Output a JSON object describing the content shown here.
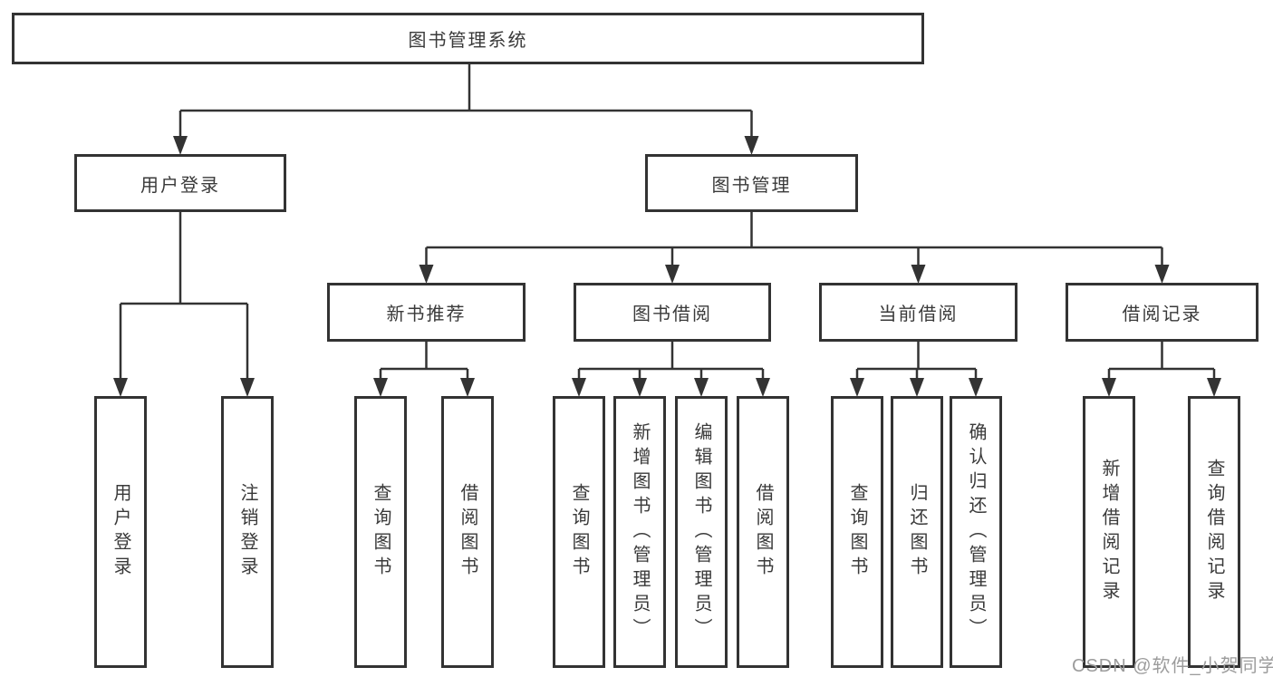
{
  "colors": {
    "background": "#ffffff",
    "line": "#333333",
    "node_text": "#3a3a3a",
    "watermark_text": "#9c9c9c"
  },
  "tree": {
    "root": {
      "label": "图书管理系统"
    },
    "branches": [
      {
        "label": "用户登录",
        "children": [
          {
            "label": "用户登录"
          },
          {
            "label": "注销登录"
          }
        ]
      },
      {
        "label": "图书管理",
        "children": [
          {
            "label": "新书推荐",
            "children": [
              {
                "label": "查询图书"
              },
              {
                "label": "借阅图书"
              }
            ]
          },
          {
            "label": "图书借阅",
            "children": [
              {
                "label": "查询图书"
              },
              {
                "label": "新增图书（管理员）"
              },
              {
                "label": "编辑图书（管理员）"
              },
              {
                "label": "借阅图书"
              }
            ]
          },
          {
            "label": "当前借阅",
            "children": [
              {
                "label": "查询图书"
              },
              {
                "label": "归还图书"
              },
              {
                "label": "确认归还（管理员）"
              }
            ]
          },
          {
            "label": "借阅记录",
            "children": [
              {
                "label": "新增借阅记录"
              },
              {
                "label": "查询借阅记录"
              }
            ]
          }
        ]
      }
    ]
  },
  "watermark": {
    "text": "CSDN @软件_小贺同学"
  }
}
